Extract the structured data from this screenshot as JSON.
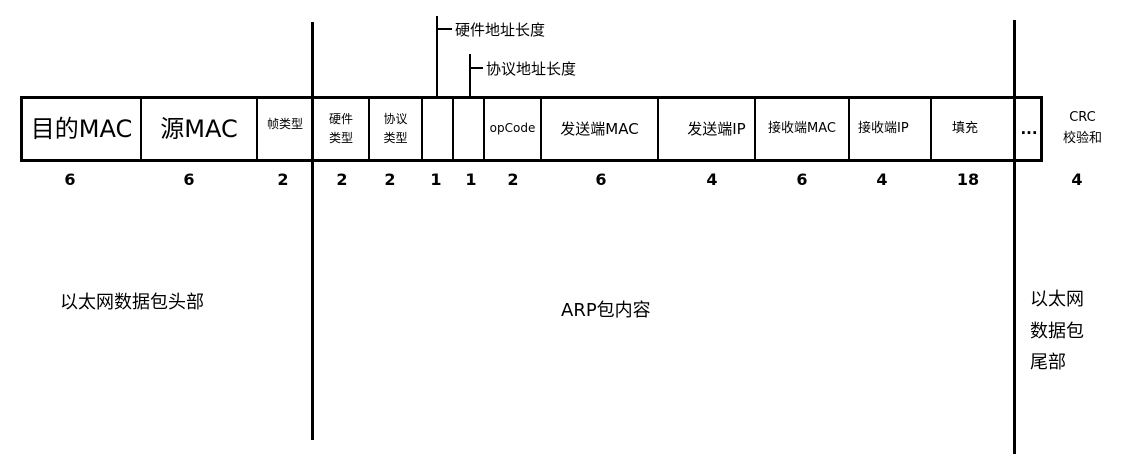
{
  "annotations": {
    "hw_len": "硬件地址长度",
    "proto_len": "协议地址长度"
  },
  "fields": [
    {
      "label": "目的MAC",
      "size": "6"
    },
    {
      "label": "源MAC",
      "size": "6"
    },
    {
      "label": "帧类型",
      "size": "2"
    },
    {
      "label_lines": [
        "硬件",
        "类型"
      ],
      "size": "2"
    },
    {
      "label_lines": [
        "协议",
        "类型"
      ],
      "size": "2"
    },
    {
      "label": "",
      "size": "1"
    },
    {
      "label": "",
      "size": "1"
    },
    {
      "label": "opCode",
      "size": "2"
    },
    {
      "label": "发送端MAC",
      "size": "6"
    },
    {
      "label": "发送端IP",
      "size": "4"
    },
    {
      "label": "接收端MAC",
      "size": "6"
    },
    {
      "label": "接收端IP",
      "size": "4"
    },
    {
      "label": "填充",
      "size": "18"
    },
    {
      "label": "...",
      "size": ""
    },
    {
      "label_lines": [
        "CRC",
        "校验和"
      ],
      "size": "4"
    }
  ],
  "sections": {
    "ethernet_header": "以太网数据包头部",
    "arp_content": "ARP包内容",
    "ethernet_trailer_lines": [
      "以太网",
      "数据包",
      "尾部"
    ]
  }
}
